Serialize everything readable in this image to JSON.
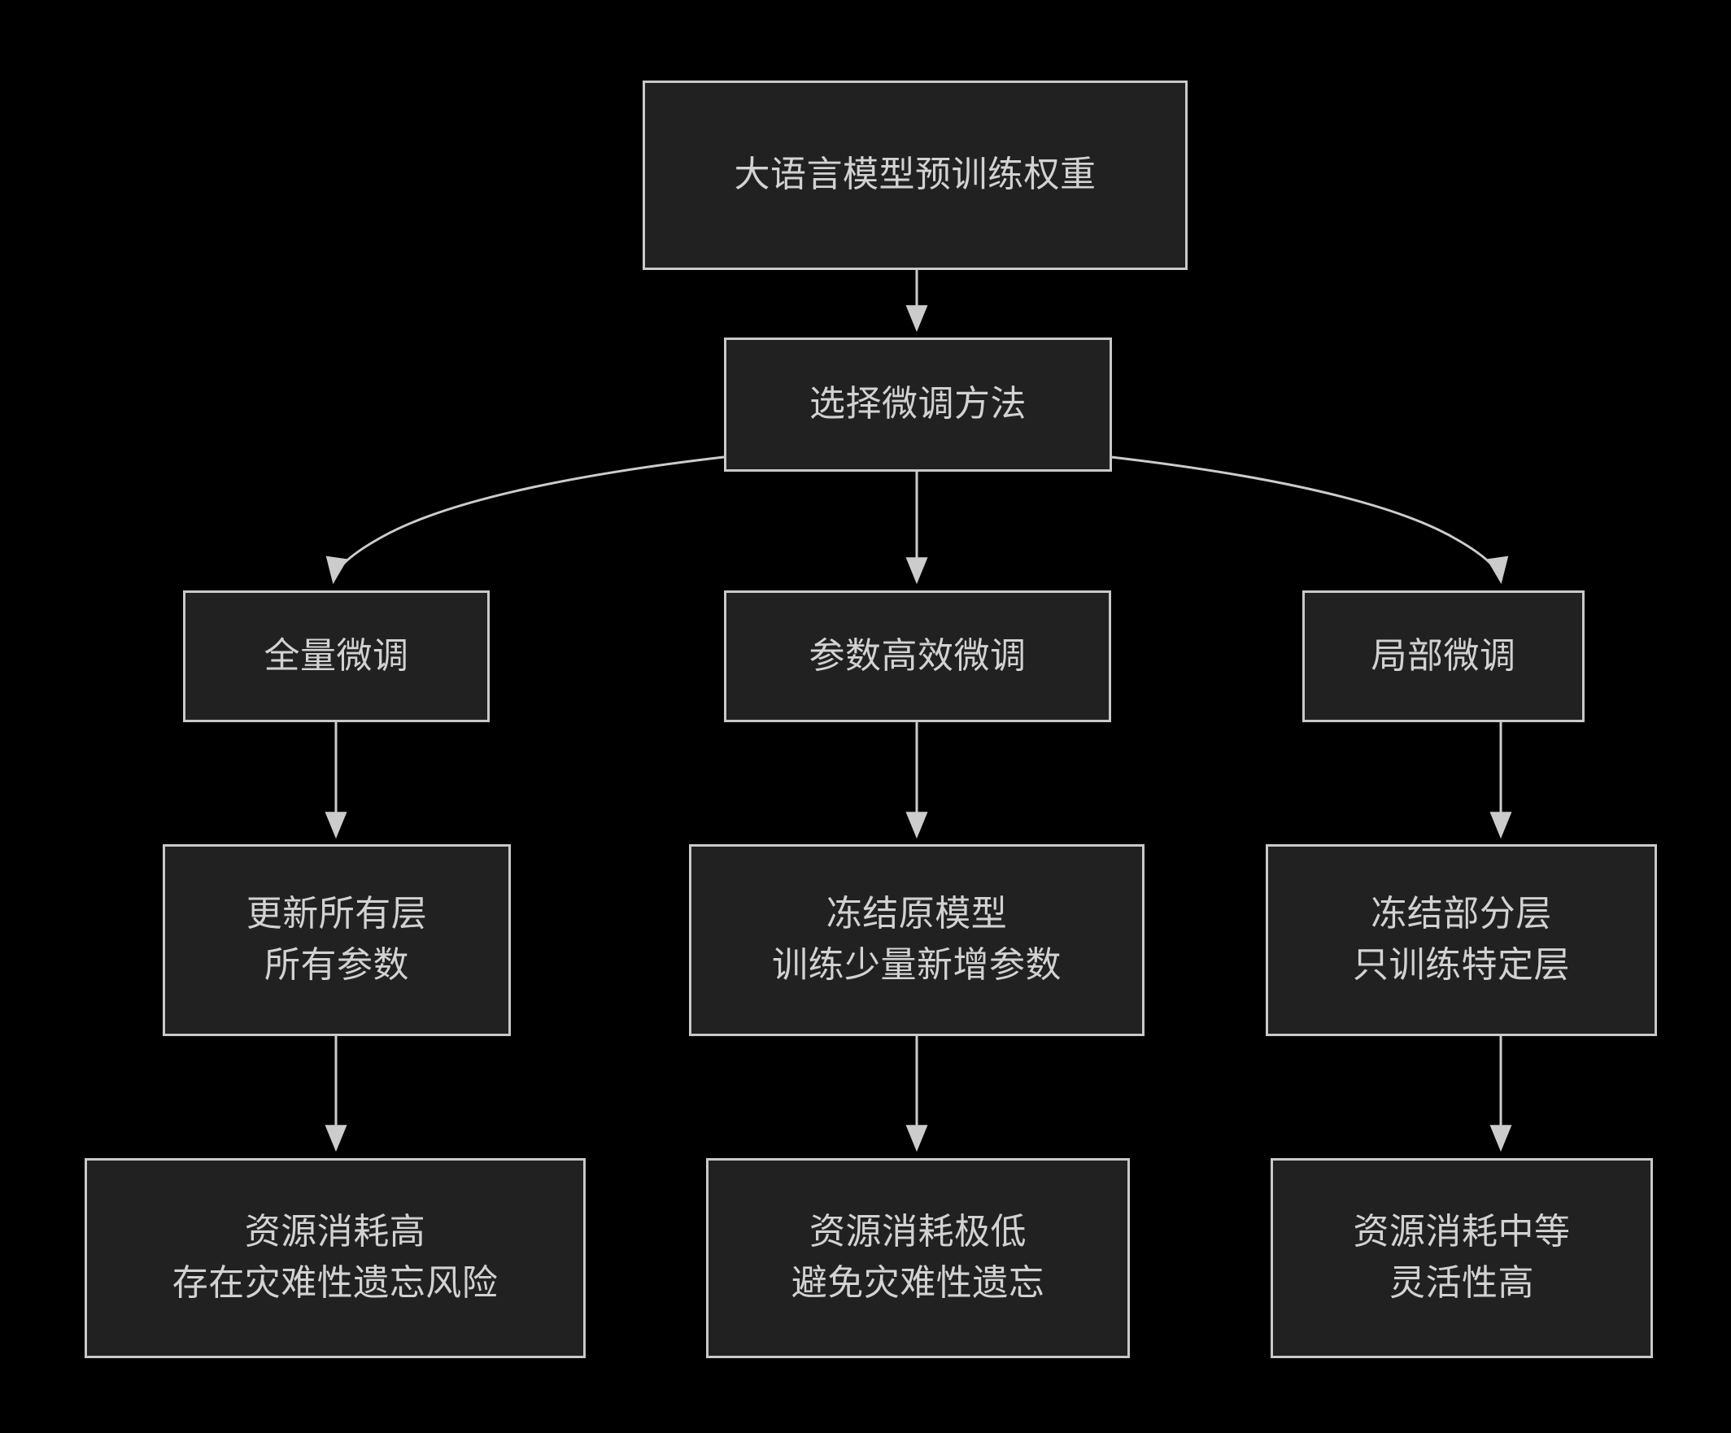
{
  "diagram": {
    "title_node": "大语言模型预训练权重",
    "decision_node": "选择微调方法",
    "colors": {
      "background": "#000000",
      "node_fill": "#212121",
      "node_border": "#c9c9c9",
      "node_text": "#d2d2d2",
      "edge_stroke": "#cccccc"
    },
    "nodes": {
      "root": {
        "id": "root",
        "label": "大语言模型预训练权重",
        "lines": [
          "大语言模型预训练权重"
        ]
      },
      "decide": {
        "id": "decide",
        "label": "选择微调方法",
        "lines": [
          "选择微调方法"
        ]
      },
      "full": {
        "id": "full",
        "label": "全量微调",
        "lines": [
          "全量微调"
        ]
      },
      "peft": {
        "id": "peft",
        "label": "参数高效微调",
        "lines": [
          "参数高效微调"
        ]
      },
      "partial": {
        "id": "partial",
        "label": "局部微调",
        "lines": [
          "局部微调"
        ]
      },
      "full_detail": {
        "id": "full_detail",
        "label": "更新所有层 所有参数",
        "lines": [
          "更新所有层",
          "所有参数"
        ]
      },
      "peft_detail": {
        "id": "peft_detail",
        "label": "冻结原模型 训练少量新增参数",
        "lines": [
          "冻结原模型",
          "训练少量新增参数"
        ]
      },
      "partial_detail": {
        "id": "partial_detail",
        "label": "冻结部分层 只训练特定层",
        "lines": [
          "冻结部分层",
          "只训练特定层"
        ]
      },
      "full_result": {
        "id": "full_result",
        "label": "资源消耗高 存在灾难性遗忘风险",
        "lines": [
          "资源消耗高",
          "存在灾难性遗忘风险"
        ]
      },
      "peft_result": {
        "id": "peft_result",
        "label": "资源消耗极低 避免灾难性遗忘",
        "lines": [
          "资源消耗极低",
          "避免灾难性遗忘"
        ]
      },
      "partial_result": {
        "id": "partial_result",
        "label": "资源消耗中等 灵活性高",
        "lines": [
          "资源消耗中等",
          "灵活性高"
        ]
      }
    },
    "edges": [
      {
        "from": "root",
        "to": "decide",
        "style": "straight"
      },
      {
        "from": "decide",
        "to": "full",
        "style": "curved"
      },
      {
        "from": "decide",
        "to": "peft",
        "style": "straight"
      },
      {
        "from": "decide",
        "to": "partial",
        "style": "curved"
      },
      {
        "from": "full",
        "to": "full_detail",
        "style": "straight"
      },
      {
        "from": "peft",
        "to": "peft_detail",
        "style": "straight"
      },
      {
        "from": "partial",
        "to": "partial_detail",
        "style": "straight"
      },
      {
        "from": "full_detail",
        "to": "full_result",
        "style": "straight"
      },
      {
        "from": "peft_detail",
        "to": "peft_result",
        "style": "straight"
      },
      {
        "from": "partial_detail",
        "to": "partial_result",
        "style": "straight"
      }
    ]
  }
}
